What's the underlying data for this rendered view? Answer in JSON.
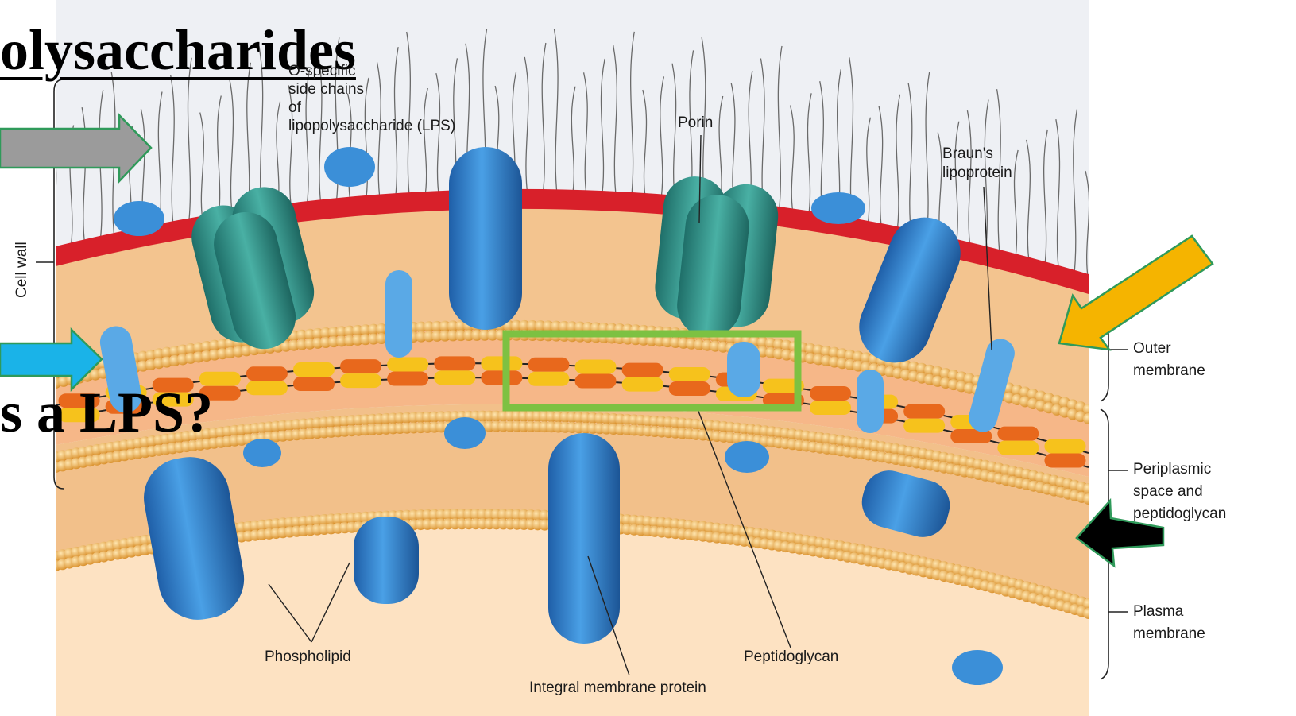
{
  "slide": {
    "title": "olysaccharides",
    "question": "s a LPS?"
  },
  "labels": {
    "cell_wall": "Cell wall",
    "o_specific": "O-specific",
    "side_chains": "side chains",
    "of": "of",
    "lps": "lipopolysaccharide (LPS)",
    "porin": "Porin",
    "brauns": "Braun's",
    "lipoprotein": "lipoprotein",
    "outer_1": "Outer",
    "outer_2": "membrane",
    "peri_1": "Periplasmic",
    "peri_2": "space and",
    "peri_3": "peptidoglycan",
    "plasma_1": "Plasma",
    "plasma_2": "membrane",
    "phospholipid": "Phospholipid",
    "peptidoglycan": "Peptidoglycan",
    "integral": "Integral membrane protein"
  },
  "annotations": {
    "gray_arrow": "#9b9b9b",
    "blue_arrow": "#1ab3e8",
    "yellow_arrow": "#f5b400",
    "black_arrow": "#000000",
    "highlight_box": "#7dc142"
  },
  "colors": {
    "lps_red": "#d8202a",
    "lipid_orange": "#e9a24a",
    "protein_blue": "#2f7fd0",
    "porin_teal": "#2f9a90",
    "pg_orange": "#e8681c",
    "pg_yellow": "#f6c21c",
    "periplasm": "#f4b98a"
  }
}
